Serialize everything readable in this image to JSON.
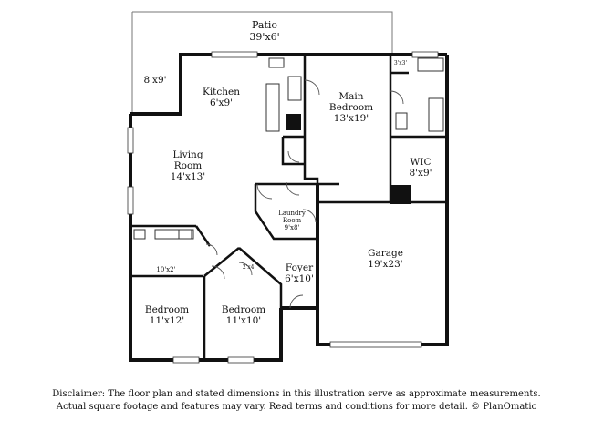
{
  "rooms": [
    {
      "id": "patio",
      "name": "Patio",
      "dims": "39'x6'"
    },
    {
      "id": "porch",
      "name": "",
      "dims": "8'x9'"
    },
    {
      "id": "kitchen",
      "name": "Kitchen",
      "dims": "6'x9'"
    },
    {
      "id": "main-bed",
      "name": "Main\nBedroom",
      "dims": "13'x19'"
    },
    {
      "id": "bath-small",
      "name": "",
      "dims": "3'x3'"
    },
    {
      "id": "living",
      "name": "Living\nRoom",
      "dims": "14'x13'"
    },
    {
      "id": "wic",
      "name": "WIC",
      "dims": "8'x9'"
    },
    {
      "id": "laundry",
      "name": "Laundry\nRoom",
      "dims": "9'x8'"
    },
    {
      "id": "garage",
      "name": "Garage",
      "dims": "19'x23'"
    },
    {
      "id": "foyer",
      "name": "Foyer",
      "dims": "6'x10'"
    },
    {
      "id": "bath2",
      "name": "",
      "dims": "10'x2'"
    },
    {
      "id": "closet",
      "name": "",
      "dims": "2'x4'"
    },
    {
      "id": "bed1",
      "name": "Bedroom",
      "dims": "11'x12'"
    },
    {
      "id": "bed2",
      "name": "Bedroom",
      "dims": "11'x10'"
    }
  ],
  "disclaimer": {
    "line1": "Disclaimer: The floor plan and stated dimensions in this illustration serve as approximate measurements.",
    "line2": "Actual square footage and features may vary. Read terms and conditions for more detail. © PlanOmatic"
  }
}
